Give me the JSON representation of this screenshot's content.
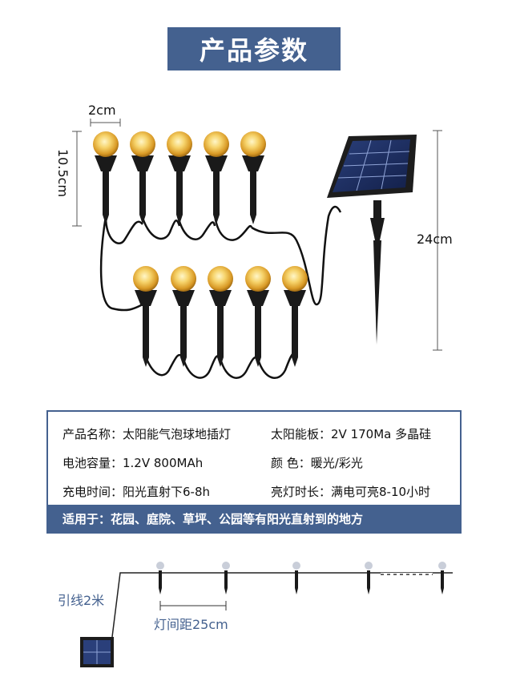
{
  "title": "产品参数",
  "dimensions": {
    "width": "2cm",
    "height": "10.5cm",
    "panel_height": "24cm"
  },
  "specs": {
    "rows": [
      {
        "left": "产品名称：太阳能气泡球地插灯",
        "right": "太阳能板：2V 170Ma 多晶硅"
      },
      {
        "left": "电池容量：1.2V 800MAh",
        "right": "颜        色：暖光/彩光"
      },
      {
        "left": "充电时间：阳光直射下6-8h",
        "right": "亮灯时长：满电可亮8-10小时"
      }
    ],
    "footer": "适用于：花园、庭院、草坪、公园等有阳光直射到的地方"
  },
  "bottom": {
    "lead_label": "引线2米",
    "spacing_label": "灯间距25cm"
  },
  "colors": {
    "brand": "#44618f",
    "bulb": "#f3c24a",
    "stake": "#1a1a1a"
  }
}
